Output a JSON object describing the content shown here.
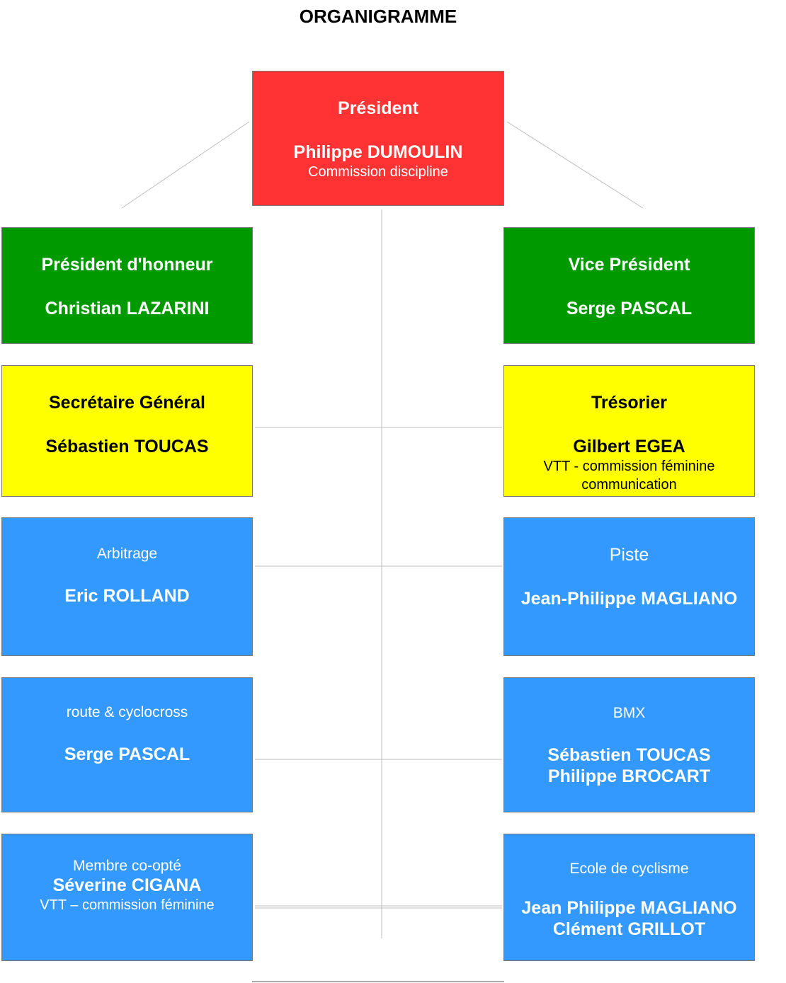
{
  "title": "ORGANIGRAMME",
  "colors": {
    "president": "#ff3333",
    "honor_vice": "#009900",
    "officers": "#ffff00",
    "commissions": "#3399ff"
  },
  "president": {
    "role": "Président",
    "name": "Philippe DUMOULIN",
    "note": "Commission discipline"
  },
  "left": [
    {
      "role": "Président d'honneur",
      "names": [
        "Christian LAZARINI"
      ]
    },
    {
      "role": "Secrétaire Général",
      "names": [
        "Sébastien TOUCAS"
      ]
    },
    {
      "role": "Arbitrage",
      "names": [
        "Eric ROLLAND"
      ]
    },
    {
      "role": "route & cyclocross",
      "names": [
        "Serge PASCAL"
      ]
    },
    {
      "role": "Membre co-opté",
      "names": [
        "Séverine CIGANA"
      ],
      "notes": [
        "VTT – commission féminine"
      ]
    }
  ],
  "right": [
    {
      "role": "Vice Président",
      "names": [
        "Serge PASCAL"
      ]
    },
    {
      "role": "Trésorier",
      "names": [
        "Gilbert EGEA"
      ],
      "notes": [
        "VTT - commission féminine",
        "communication"
      ]
    },
    {
      "role": "Piste",
      "names": [
        "Jean-Philippe MAGLIANO"
      ]
    },
    {
      "role": "BMX",
      "names": [
        "Sébastien TOUCAS",
        "Philippe BROCART"
      ]
    },
    {
      "role": "Ecole de cyclisme",
      "names": [
        "Jean Philippe MAGLIANO",
        "Clément GRILLOT"
      ]
    }
  ]
}
